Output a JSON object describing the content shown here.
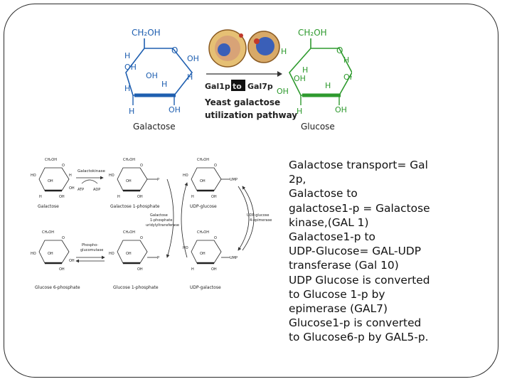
{
  "top_figure": {
    "left_molecule": {
      "name": "Galactose",
      "labels": {
        "ch2oh": "CH₂OH",
        "o": "O",
        "oh": "OH",
        "h": "H"
      }
    },
    "right_molecule": {
      "name": "Glucose",
      "labels": {
        "ch2oh": "CH₂OH",
        "o": "O",
        "oh": "OH",
        "h": "H"
      }
    },
    "arrow_left_label": "Gal1p",
    "arrow_to_label": "to",
    "arrow_right_label": "Gal7p",
    "pathway_line1": "Yeast galactose",
    "pathway_line2": "utilization pathway",
    "colors": {
      "galactose": "#1f5fb0",
      "glucose": "#2e9a2e",
      "cell_outer": "#d9b25a",
      "cell_nucleus": "#3a5fb8"
    }
  },
  "bottom_figure": {
    "enzyme_galactokinase": "Galactokinase",
    "atp": "ATP",
    "adp": "ADP",
    "galactose": "Galactose",
    "galactose_1p": "Galactose 1-phosphate",
    "udp_glucose": "UDP-glucose",
    "transferase_lines": [
      "Galactose",
      "1-phosphate",
      "uridylyltransferase"
    ],
    "epimerase_lines": [
      "UDP-glucose",
      "4-epimerase"
    ],
    "phosphoglucomutase_lines": [
      "Phospho-",
      "glucomutase"
    ],
    "glucose_6p": "Glucose 6-phosphate",
    "glucose_1p": "Glucose 1-phosphate",
    "udp_galactose": "UDP-galactose",
    "udp": "UMP",
    "ch2oh": "CH₂OH",
    "oh": "OH",
    "ho": "HO",
    "h": "H",
    "o": "O",
    "p": "P"
  },
  "caption": {
    "lines": [
      "Galactose transport= Gal",
      "2p,",
      "Galactose to",
      "galactose1-p = Galactose",
      "kinase,(GAL 1)",
      "Galactose1-p to",
      "UDP-Glucose= GAL-UDP",
      "transferase (Gal 10)",
      "UDP Glucose is converted",
      "to Glucose 1-p by",
      "epimerase (GAL7)",
      "Glucose1-p is converted",
      "to Glucose6-p by GAL5-p."
    ]
  }
}
